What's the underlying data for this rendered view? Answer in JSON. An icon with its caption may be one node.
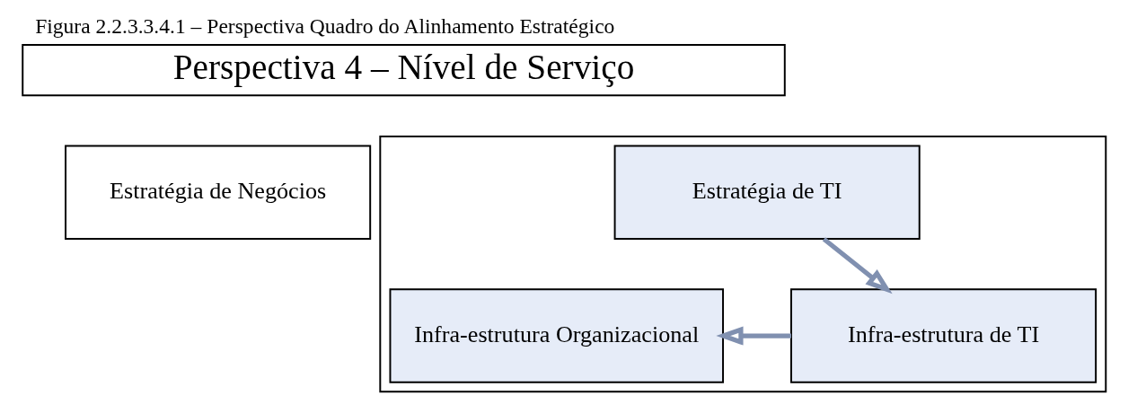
{
  "diagram": {
    "caption": "Figura 2.2.3.3.4.1 – Perspectiva Quadro do Alinhamento Estratégico",
    "nodes": [
      {
        "text": [
          "Perspectiva 4 – Nível de Serviço"
        ]
      },
      {
        "text": [
          "Estratégia de Negócios"
        ]
      },
      {
        "text": [],
        "shape": "box"
      },
      {
        "text": [
          "Estratégia de TI"
        ],
        "in": 2
      },
      {
        "text": [
          "Infra-estrutura de TI"
        ],
        "in": 2
      },
      {
        "text": [
          "Infra-estrutura Organizacional"
        ],
        "in": 2
      }
    ],
    "edges": [
      {
        "from": 3,
        "to": 4,
        "arrow": "to"
      },
      {
        "from": 4,
        "to": 5,
        "arrow": "to"
      }
    ]
  }
}
